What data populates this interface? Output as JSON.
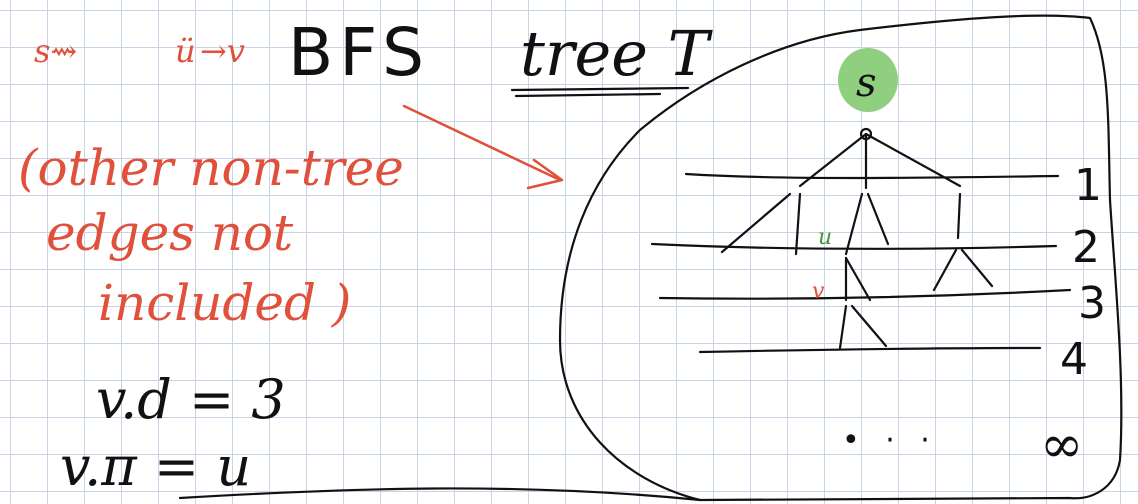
{
  "notation": {
    "path_prefix": "s⇝",
    "path_mid": "ü",
    "path_end": "→v"
  },
  "title": {
    "bfs": "BFS",
    "tree": "tree T"
  },
  "annotation": {
    "line1": "(other non-tree",
    "line2": "edges not",
    "line3": "included )"
  },
  "equations": {
    "distance": "v.d = 3",
    "parent": "v.π = u"
  },
  "tree": {
    "root_label": "s",
    "root_color": "#8fcf7f",
    "node_u": "u",
    "node_v": "v",
    "level_labels": [
      "1",
      "2",
      "3",
      "4"
    ],
    "dots": "•  ·  ·",
    "infinity": "∞"
  },
  "colors": {
    "ink": "#111111",
    "red": "#e0503a",
    "green": "#3a9a3a",
    "grid": "#c9d3e6"
  }
}
